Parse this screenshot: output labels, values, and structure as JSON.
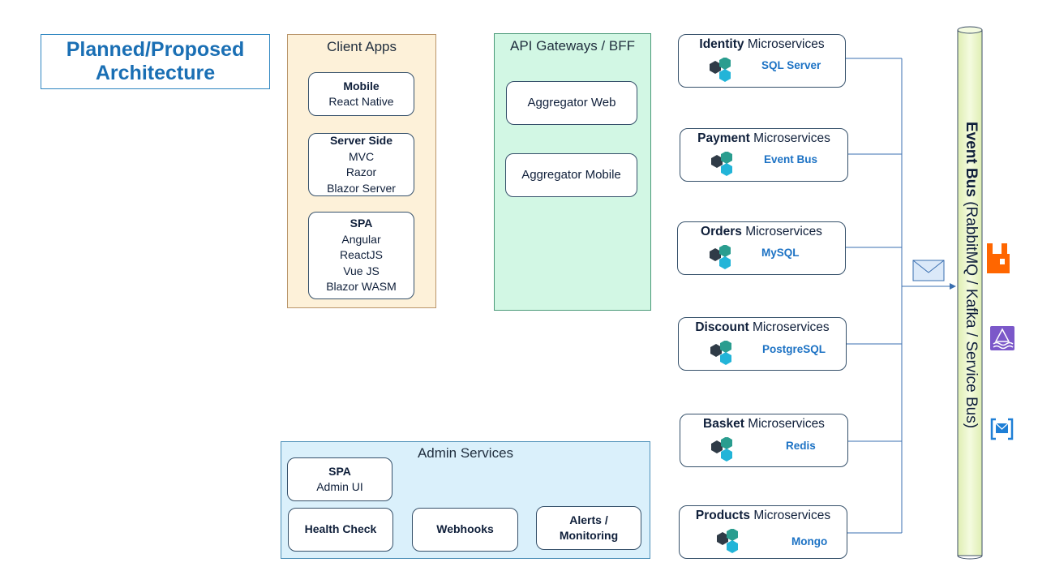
{
  "title": {
    "line1": "Planned/Proposed",
    "line2": "Architecture"
  },
  "client_apps": {
    "title": "Client Apps",
    "mobile": {
      "name": "Mobile",
      "tech": "React Native"
    },
    "server_side": {
      "name": "Server Side",
      "items": [
        "MVC",
        "Razor",
        "Blazor Server"
      ]
    },
    "spa": {
      "name": "SPA",
      "items": [
        "Angular",
        "ReactJS",
        "Vue JS",
        "Blazor WASM"
      ]
    }
  },
  "api_gateways": {
    "title": "API Gateways / BFF",
    "items": [
      "Aggregator Web",
      "Aggregator Mobile"
    ]
  },
  "admin_services": {
    "title": "Admin Services",
    "spa": {
      "name": "SPA",
      "desc": "Admin UI"
    },
    "health_check": "Health Check",
    "webhooks": "Webhooks",
    "alerts": {
      "line1": "Alerts /",
      "line2": "Monitoring"
    }
  },
  "microservices": [
    {
      "name": "Identity",
      "suffix": "Microservices",
      "db": "SQL Server"
    },
    {
      "name": "Payment",
      "suffix": "Microservices",
      "db": "Event Bus"
    },
    {
      "name": "Orders",
      "suffix": "Microservices",
      "db": "MySQL"
    },
    {
      "name": "Discount",
      "suffix": "Microservices",
      "db": "PostgreSQL"
    },
    {
      "name": "Basket",
      "suffix": "Microservices",
      "db": "Redis"
    },
    {
      "name": "Products",
      "suffix": "Microservices",
      "db": "Mongo"
    }
  ],
  "event_bus": {
    "bold": "Event Bus",
    "rest": " (RabbitMQ / Kafka / Service Bus)"
  },
  "icons": {
    "message": "envelope-icon",
    "rabbitmq": "rabbitmq-icon",
    "kafka": "kafka-icon",
    "service_bus": "service-bus-icon",
    "microservice": "hexagon-cluster-icon"
  },
  "colors": {
    "title_blue": "#1a6fb4",
    "client_bg": "#fdf1d9",
    "gateway_bg": "#d2f7e4",
    "admin_bg": "#daf0fb",
    "bus_bg": "#f0f7d6",
    "db_blue": "#1c72c4",
    "rabbitmq_orange": "#ff6600",
    "kafka_purple": "#7b58c9"
  }
}
